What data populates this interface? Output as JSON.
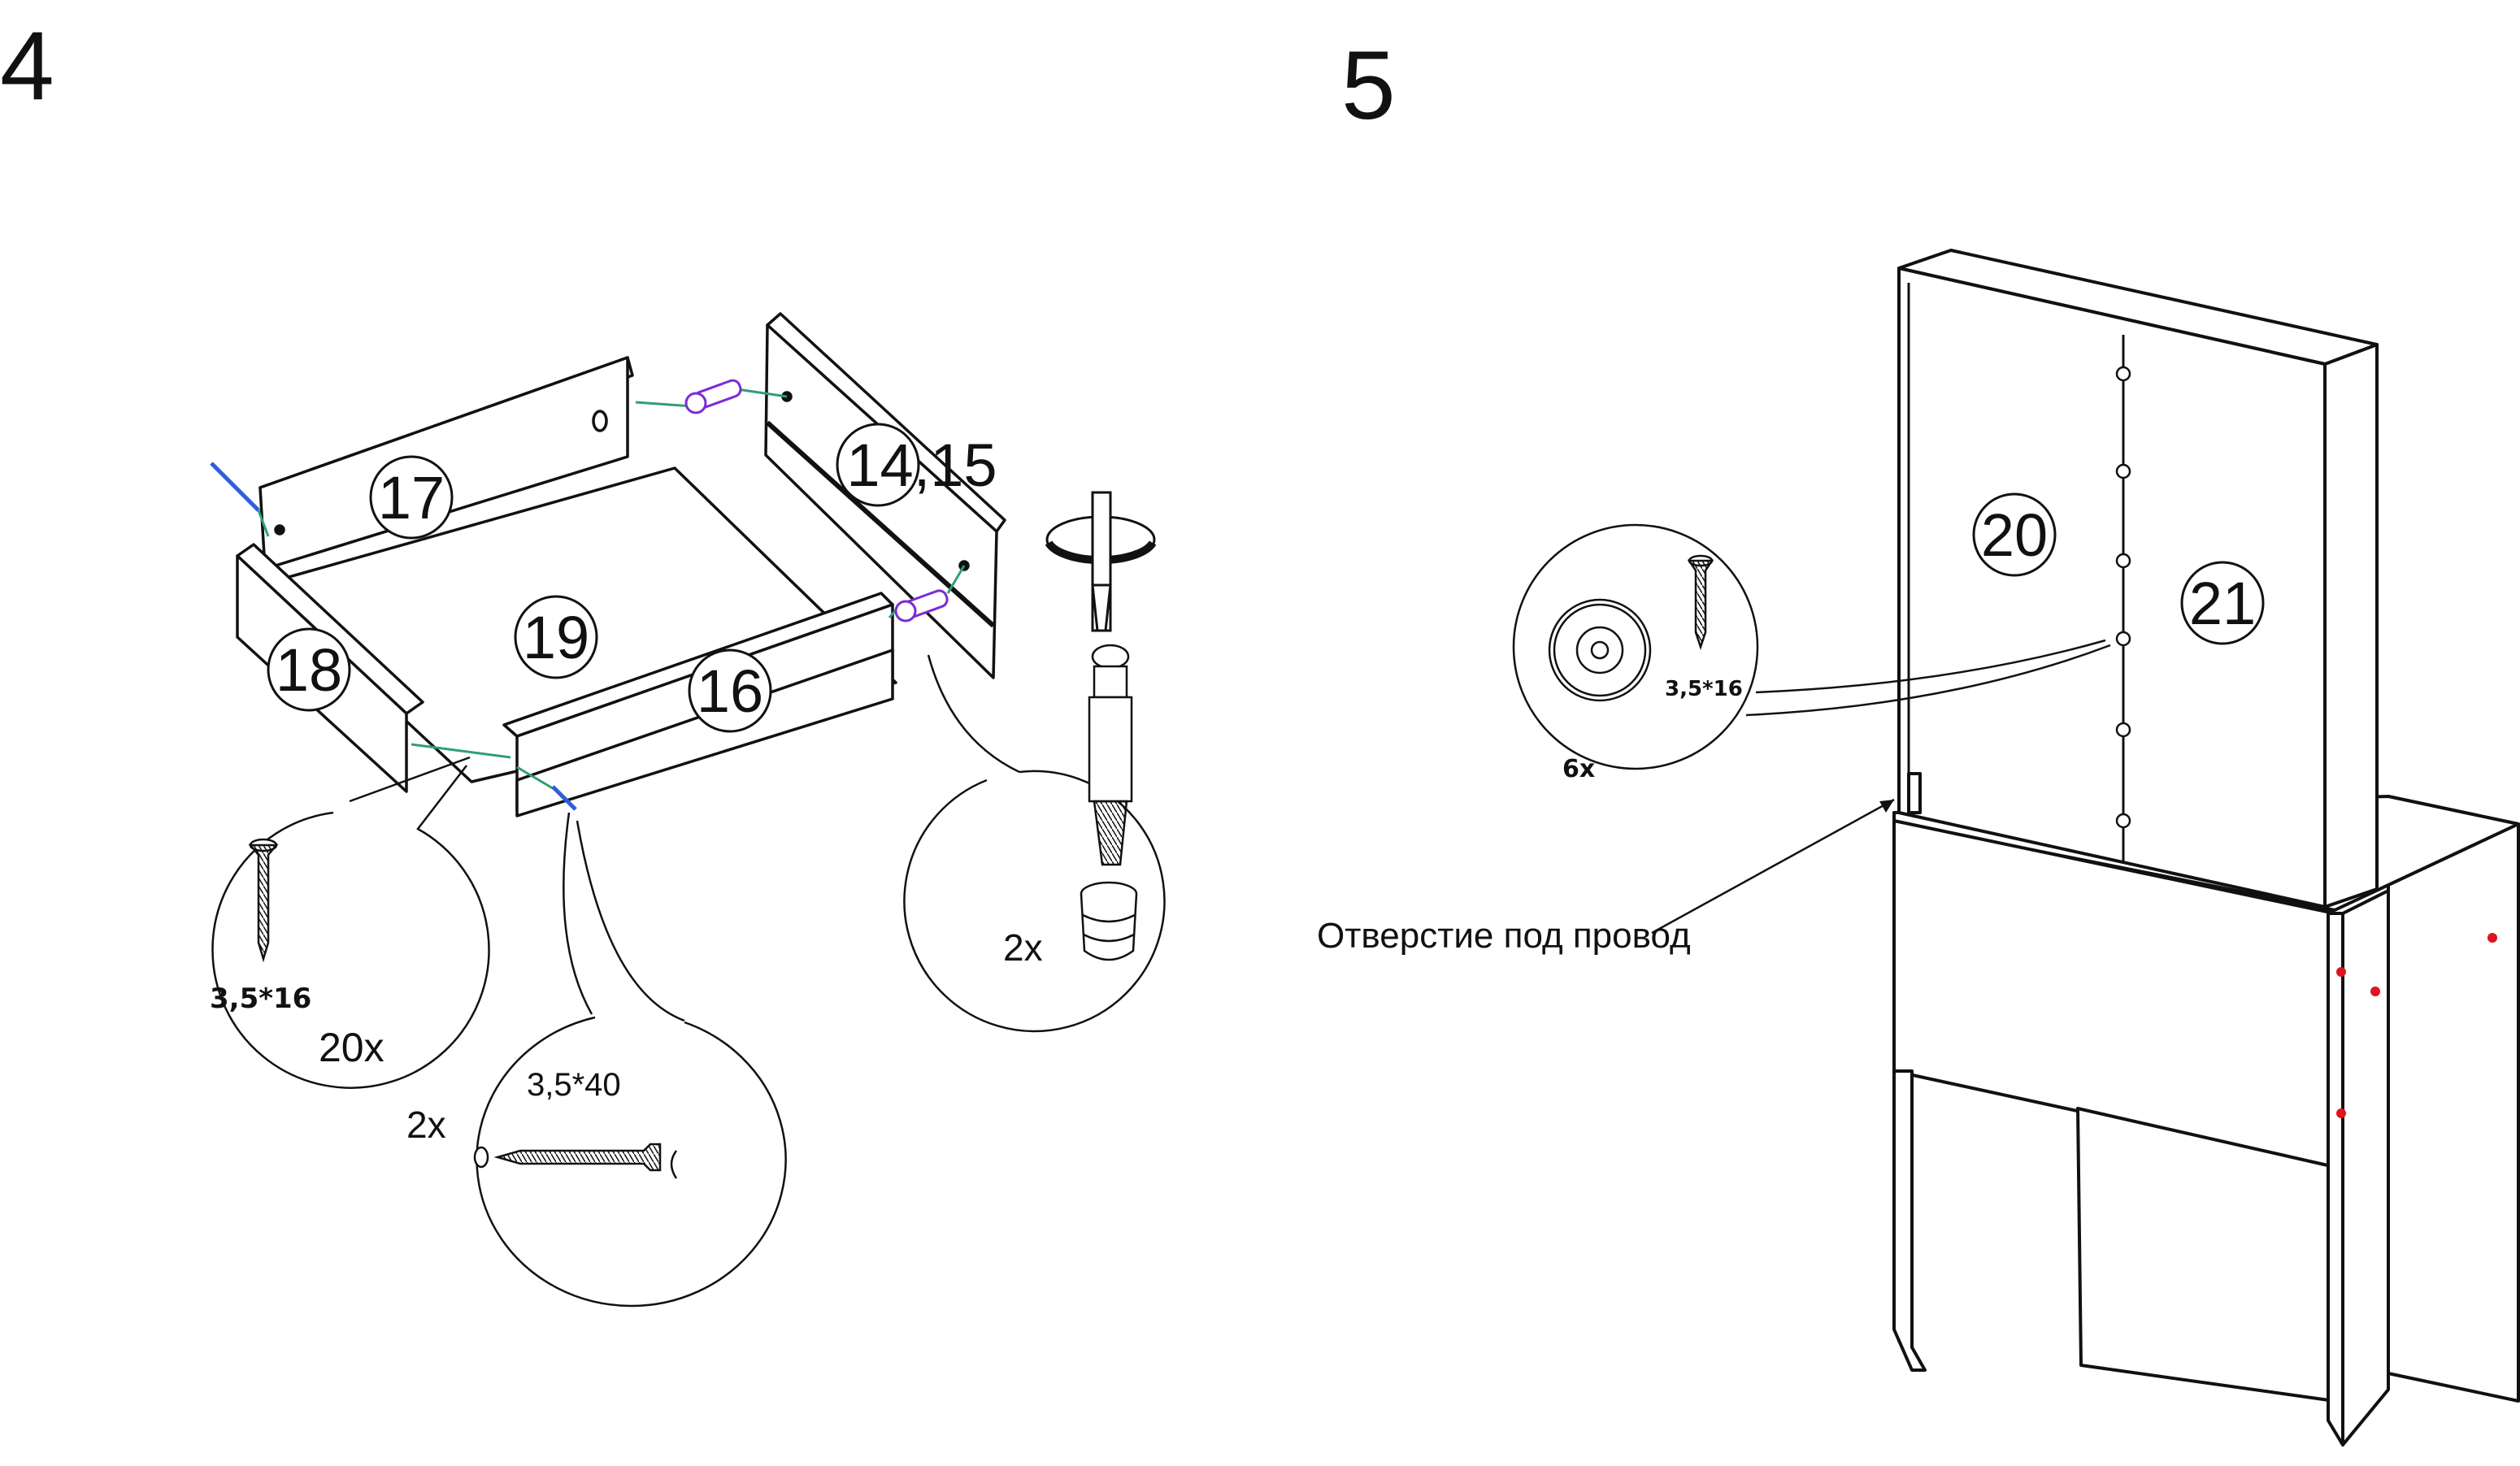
{
  "steps": [
    {
      "number": "4",
      "parts": {
        "p17": "17",
        "p14_15": "14,15",
        "p18": "18",
        "p19": "19",
        "p16": "16"
      },
      "callouts": {
        "screw_short": {
          "size": "3,5*16",
          "qty": "20x"
        },
        "screw_long": {
          "size": "3,5*40",
          "qty": "2x"
        },
        "cam_fitting": {
          "qty": "2x"
        }
      }
    },
    {
      "number": "5",
      "parts": {
        "p20": "20",
        "p21": "21"
      },
      "callouts": {
        "screw_short": {
          "size": "3,5*16",
          "qty": "6x"
        },
        "cable_hole": "Отверстие под провод"
      }
    }
  ],
  "colors": {
    "line": "#111111",
    "dowel": "#7b2bd6",
    "dowel_line": "#2e9e7a",
    "screw": "#2f5fd6",
    "mark": "#e0141e"
  }
}
